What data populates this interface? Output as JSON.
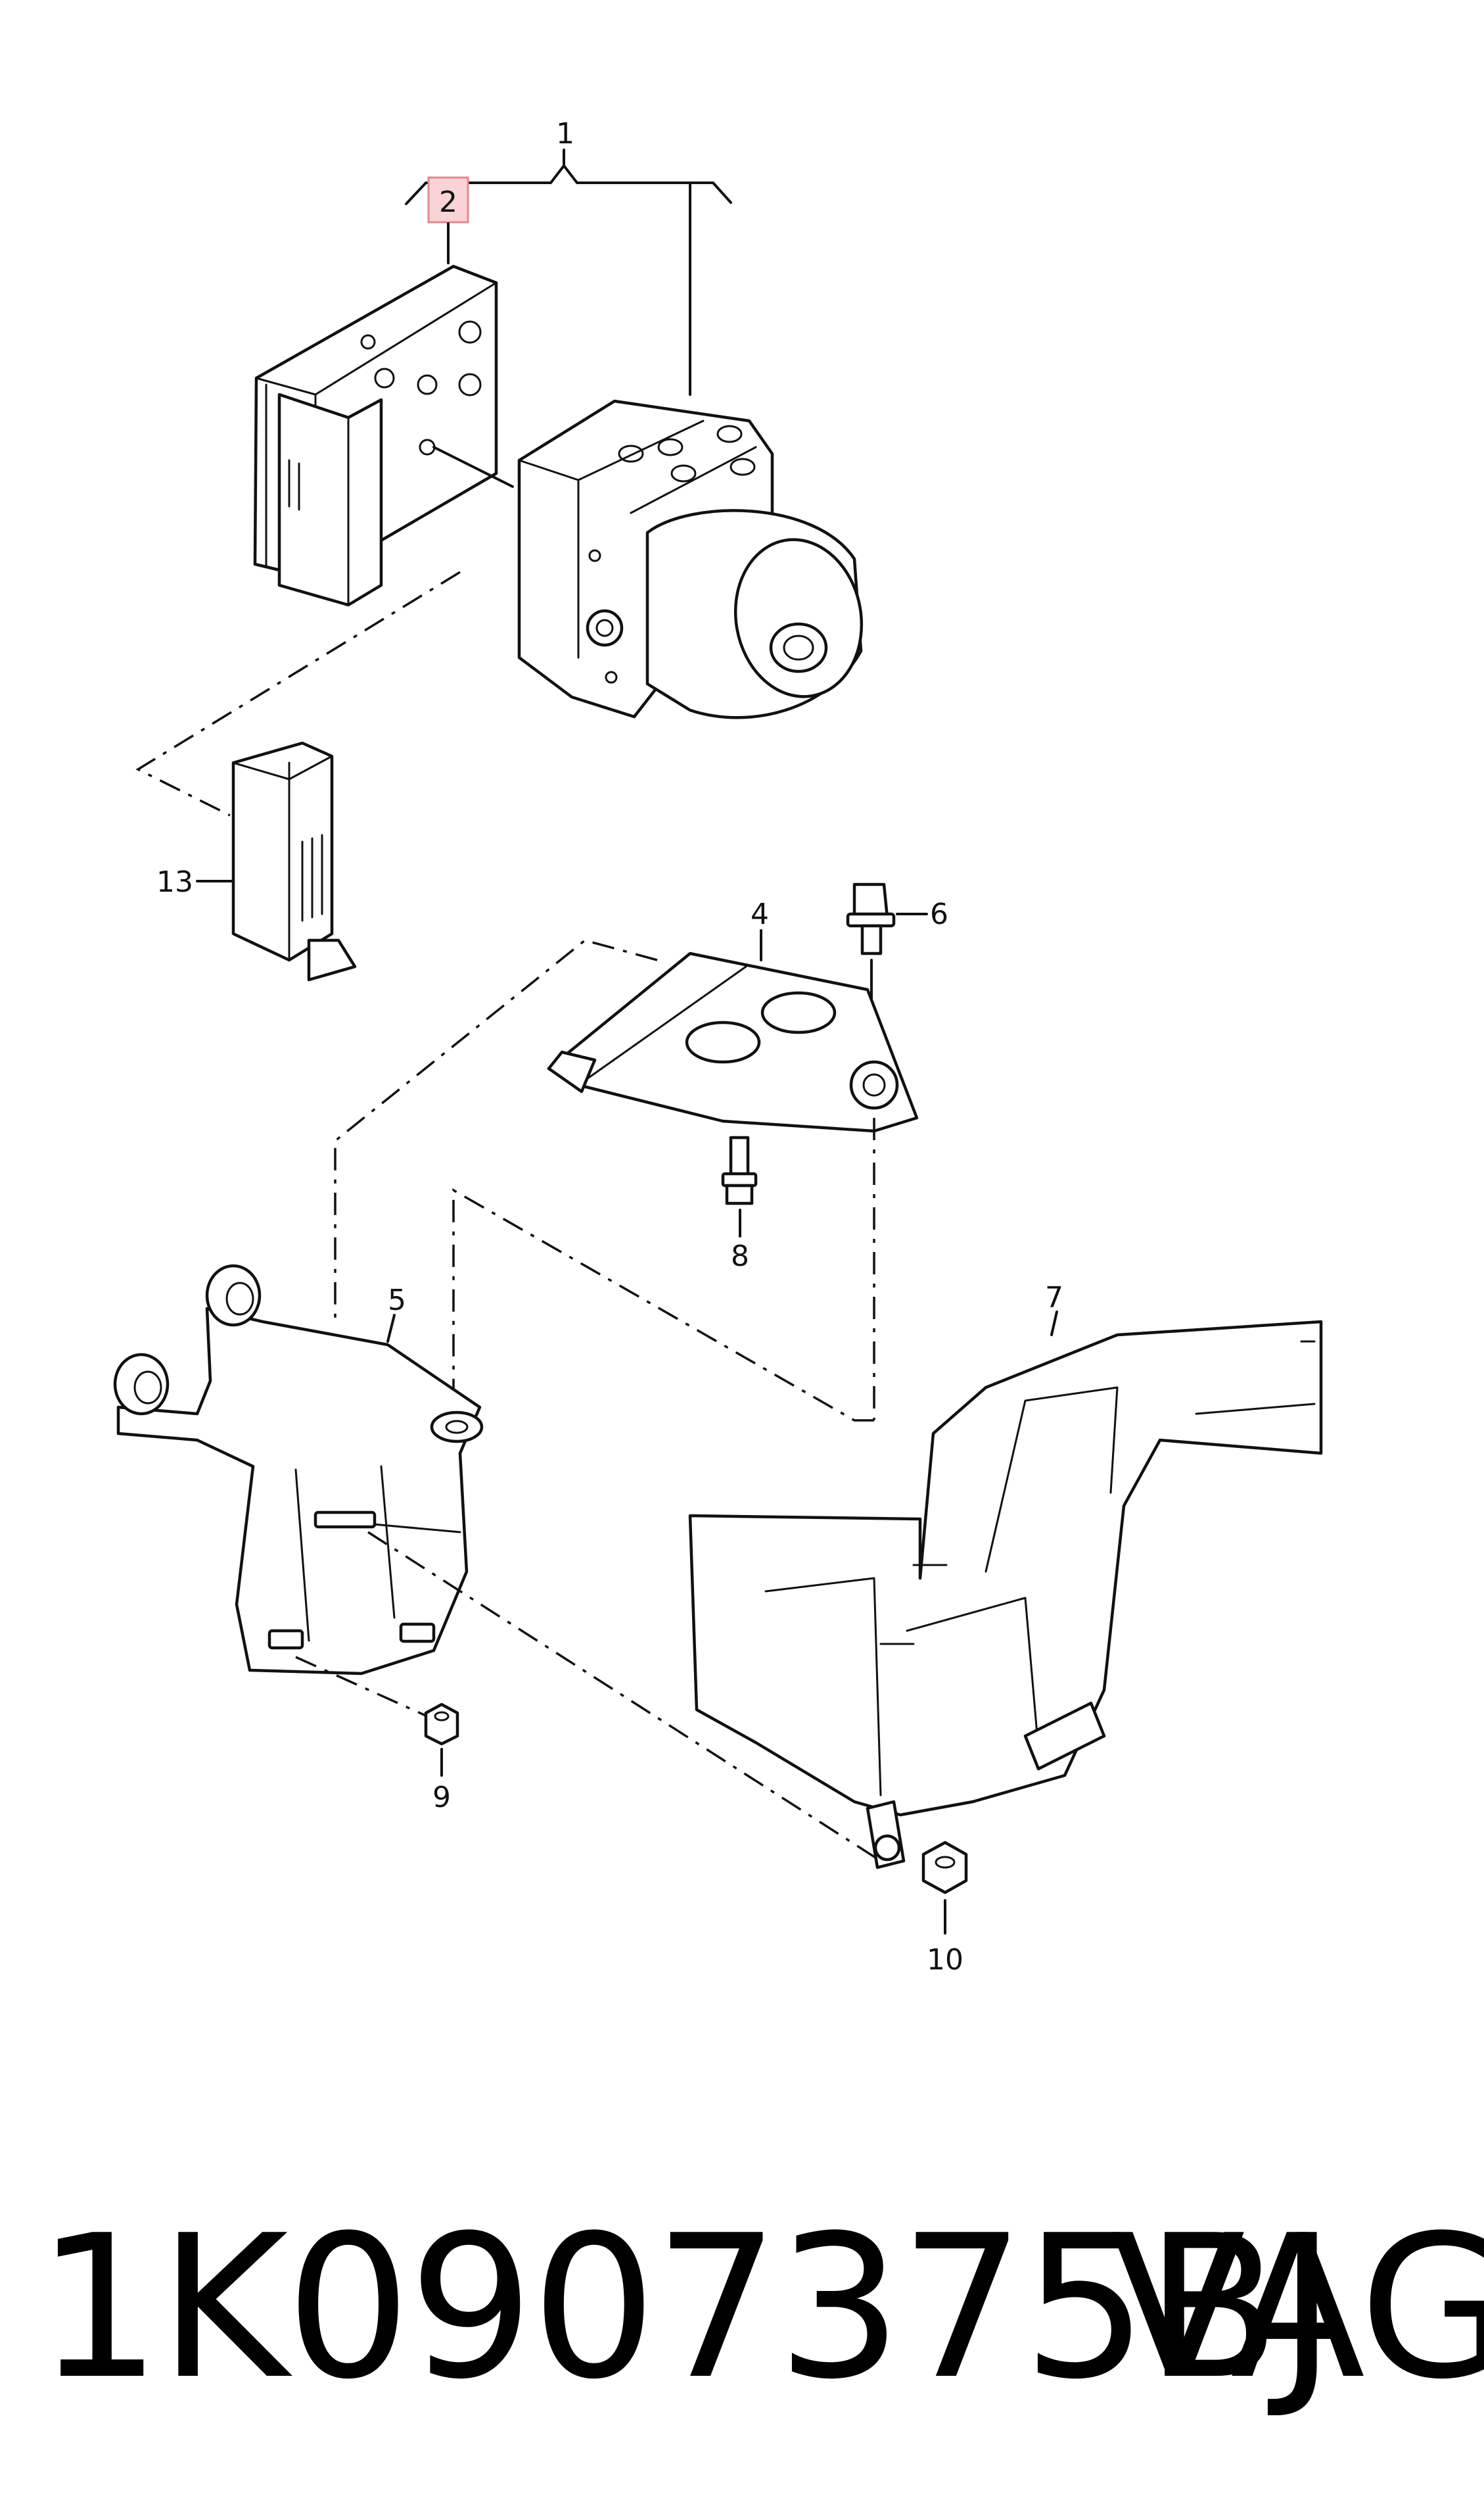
{
  "diagram": {
    "callouts": [
      {
        "id": "c1",
        "label": "1"
      },
      {
        "id": "c2",
        "label": "2",
        "highlighted": true
      },
      {
        "id": "c4",
        "label": "4"
      },
      {
        "id": "c5",
        "label": "5"
      },
      {
        "id": "c6",
        "label": "6"
      },
      {
        "id": "c7",
        "label": "7"
      },
      {
        "id": "c8",
        "label": "8"
      },
      {
        "id": "c9",
        "label": "9"
      },
      {
        "id": "c10",
        "label": "10"
      },
      {
        "id": "c13",
        "label": "13"
      }
    ],
    "highlight_color": "#f9d3d5"
  },
  "footer": {
    "part_number": "1K0907375BJ",
    "brand": "VAG"
  }
}
